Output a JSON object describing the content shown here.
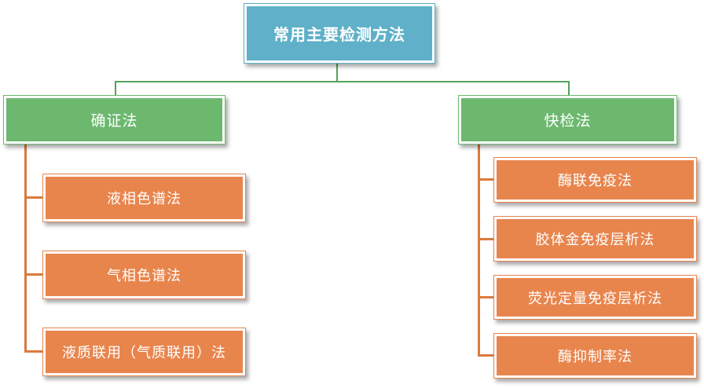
{
  "diagram": {
    "root": {
      "label": "常用主要检测方法"
    },
    "branches": [
      {
        "label": "确证法",
        "children": [
          "液相色谱法",
          "气相色谱法",
          "液质联用（气质联用）法"
        ]
      },
      {
        "label": "快检法",
        "children": [
          "酶联免疫法",
          "胶体金免疫层析法",
          "荧光定量免疫层析法",
          "酶抑制率法"
        ]
      }
    ],
    "colors": {
      "root_fill": "#5FB0C8",
      "branch_fill": "#6CB86F",
      "leaf_fill": "#E8854D",
      "branch_connector": "#55A258",
      "leaf_connector": "#DB7A3C"
    }
  }
}
